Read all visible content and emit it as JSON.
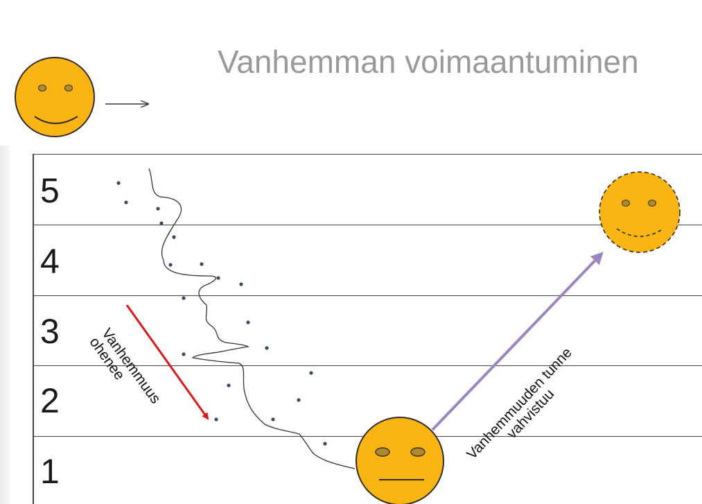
{
  "title": "Vanhemman voimaantuminen",
  "levels": [
    "5",
    "4",
    "3",
    "2",
    "1"
  ],
  "left_arrow_label": {
    "line1": "Vanhemmuus",
    "line2": "ohenee"
  },
  "right_arrow_label": {
    "line1": "Vanhemmuuden tunne",
    "line2": "vahvistuu"
  },
  "colors": {
    "title": "#9a9a9a",
    "face_fill": "#fbb512",
    "face_stroke": "#2b2b2b",
    "down_arrow": "#e01616",
    "up_arrow": "#9b86c0",
    "dots": "#3d4a66",
    "grid": "#444444"
  },
  "icons": [
    "smiley-face-icon",
    "neutral-face-icon",
    "dashed-smiley-face-icon",
    "right-arrow-icon"
  ]
}
